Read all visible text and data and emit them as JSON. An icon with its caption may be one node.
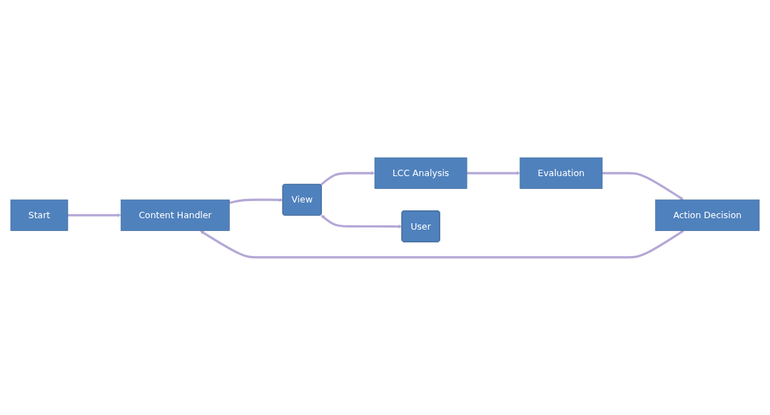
{
  "diagram": {
    "nodes": [
      {
        "text": [
          "Start"
        ]
      },
      {
        "text": [
          "Content Handler"
        ]
      },
      {
        "text": [
          "LCC Analysis"
        ]
      },
      {
        "text": [
          "Evaluation"
        ]
      },
      {
        "text": [
          "Action Decision"
        ]
      },
      {
        "text": [
          "View"
        ]
      },
      {
        "text": [
          "User"
        ]
      }
    ],
    "edges": [
      {
        "from": 0,
        "to": 1,
        "arrow": "to"
      },
      {
        "from": 1,
        "to": 5,
        "arrow": "to"
      },
      {
        "from": 5,
        "to": 2,
        "arrow": "to"
      },
      {
        "from": 2,
        "to": 3,
        "arrow": "to"
      },
      {
        "from": 3,
        "to": 4,
        "arrow": "to"
      },
      {
        "from": 4,
        "to": 1,
        "arrow": "to"
      },
      {
        "from": 5,
        "to": 6,
        "arrow": "both"
      }
    ]
  }
}
